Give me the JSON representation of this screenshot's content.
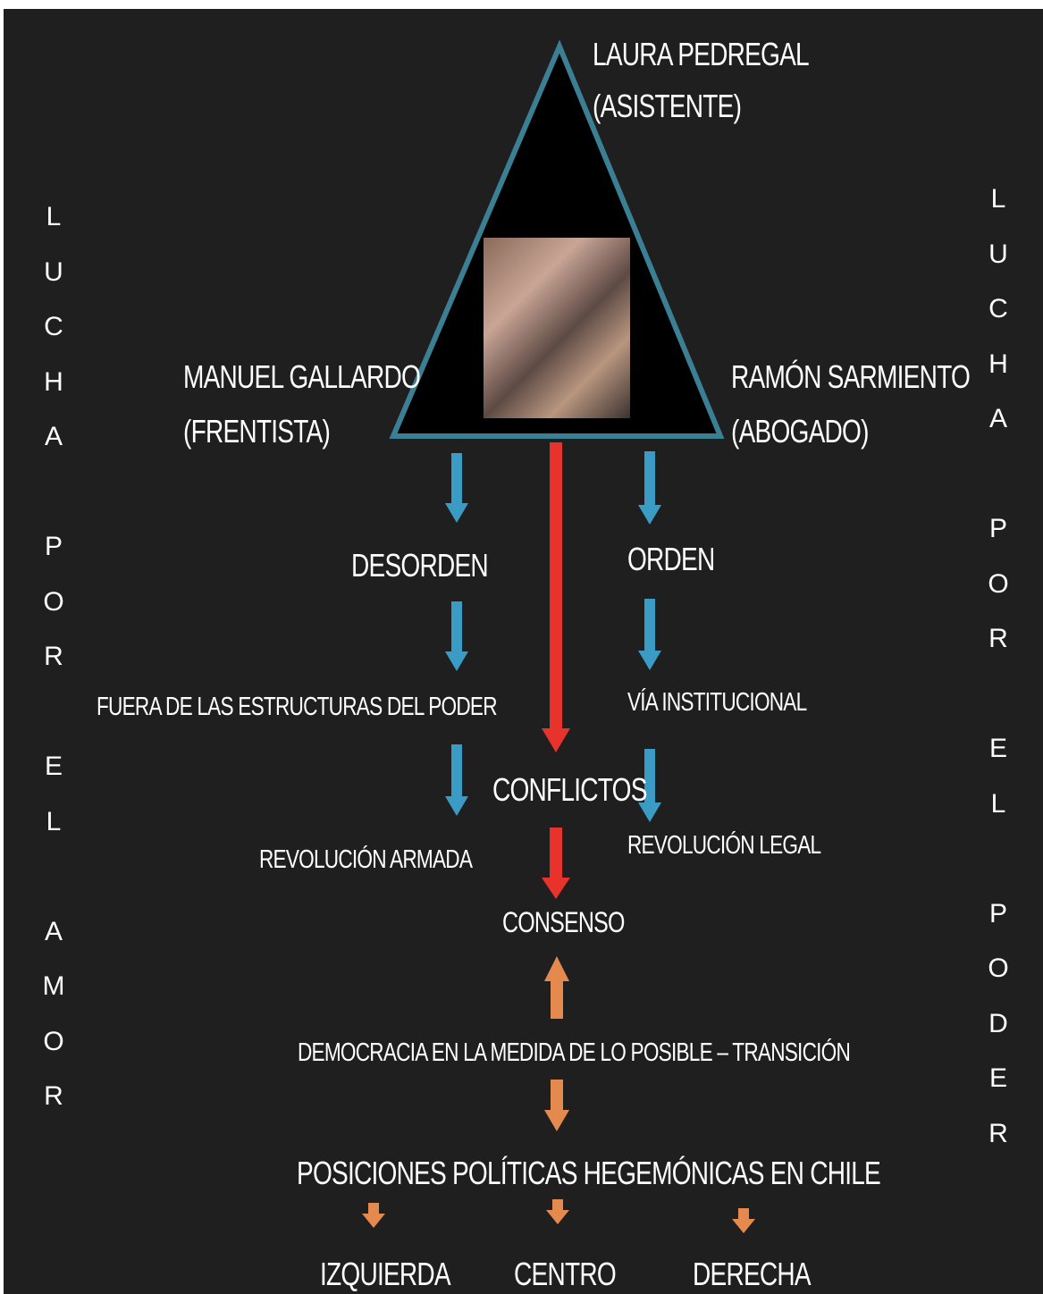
{
  "triangle": {
    "top_label": [
      "LAURA PEDREGAL",
      "(ASISTENTE)"
    ],
    "left_label": [
      "MANUEL GALLARDO",
      "(FRENTISTA)"
    ],
    "right_label": [
      "RAMÓN SARMIENTO",
      "(ABOGADO)"
    ]
  },
  "left_column": {
    "desorden": "DESORDEN",
    "fuera": "FUERA DE LAS ESTRUCTURAS DEL PODER",
    "revolucion": "REVOLUCIÓN ARMADA"
  },
  "center_column": {
    "conflictos": "CONFLICTOS",
    "consenso": "CONSENSO",
    "democracia": "DEMOCRACIA EN LA MEDIDA DE LO POSIBLE – TRANSICIÓN",
    "posiciones": "POSICIONES POLÍTICAS HEGEMÓNICAS EN CHILE"
  },
  "right_column": {
    "orden": "ORDEN",
    "via": "VÍA INSTITUCIONAL",
    "revolucion": "REVOLUCIÓN LEGAL"
  },
  "bottom": {
    "izquierda": "IZQUIERDA",
    "centro": "CENTRO",
    "derecha": "DERECHA"
  },
  "side_left": [
    "L",
    "U",
    "C",
    "H",
    "A",
    "",
    "P",
    "O",
    "R",
    "",
    "E",
    "L",
    "",
    "A",
    "M",
    "O",
    "R"
  ],
  "side_right": [
    "L",
    "U",
    "C",
    "H",
    "A",
    "",
    "P",
    "O",
    "R",
    "",
    "E",
    "L",
    "",
    "P",
    "O",
    "D",
    "E",
    "R"
  ],
  "colors": {
    "background": "#1f1f1f",
    "blue_arrow": "#3a9cc4",
    "red_arrow": "#e8332c",
    "orange_arrow": "#e48a4e",
    "triangle_border": "#3a7f94"
  }
}
